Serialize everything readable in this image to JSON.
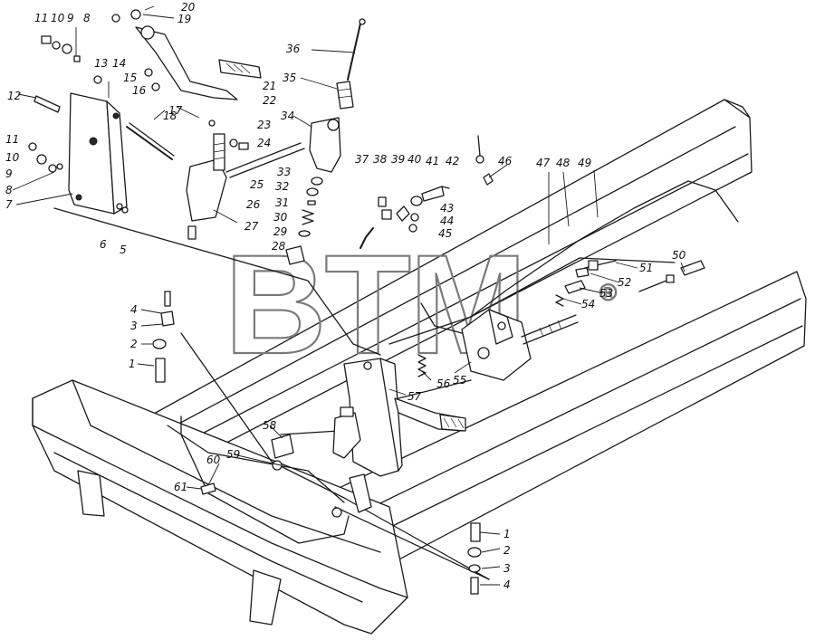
{
  "watermark": {
    "text": "BTM",
    "registered": "®"
  },
  "callouts": [
    {
      "id": "c20",
      "label": "20"
    },
    {
      "id": "c19",
      "label": "19"
    },
    {
      "id": "c11a",
      "label": "11"
    },
    {
      "id": "c10a",
      "label": "10"
    },
    {
      "id": "c9a",
      "label": "9"
    },
    {
      "id": "c8a",
      "label": "8"
    },
    {
      "id": "c13",
      "label": "13"
    },
    {
      "id": "c14",
      "label": "14"
    },
    {
      "id": "c15",
      "label": "15"
    },
    {
      "id": "c16",
      "label": "16"
    },
    {
      "id": "c12",
      "label": "12"
    },
    {
      "id": "c17",
      "label": "17"
    },
    {
      "id": "c18",
      "label": "18"
    },
    {
      "id": "c21",
      "label": "21"
    },
    {
      "id": "c22",
      "label": "22"
    },
    {
      "id": "c23",
      "label": "23"
    },
    {
      "id": "c24",
      "label": "24"
    },
    {
      "id": "c36",
      "label": "36"
    },
    {
      "id": "c35",
      "label": "35"
    },
    {
      "id": "c34",
      "label": "34"
    },
    {
      "id": "c11b",
      "label": "11"
    },
    {
      "id": "c10b",
      "label": "10"
    },
    {
      "id": "c9b",
      "label": "9"
    },
    {
      "id": "c8b",
      "label": "8"
    },
    {
      "id": "c7",
      "label": "7"
    },
    {
      "id": "c6",
      "label": "6"
    },
    {
      "id": "c5",
      "label": "5"
    },
    {
      "id": "c25",
      "label": "25"
    },
    {
      "id": "c26",
      "label": "26"
    },
    {
      "id": "c27",
      "label": "27"
    },
    {
      "id": "c33",
      "label": "33"
    },
    {
      "id": "c32",
      "label": "32"
    },
    {
      "id": "c31",
      "label": "31"
    },
    {
      "id": "c30",
      "label": "30"
    },
    {
      "id": "c29",
      "label": "29"
    },
    {
      "id": "c28",
      "label": "28"
    },
    {
      "id": "c37",
      "label": "37"
    },
    {
      "id": "c38",
      "label": "38"
    },
    {
      "id": "c39",
      "label": "39"
    },
    {
      "id": "c40",
      "label": "40"
    },
    {
      "id": "c41",
      "label": "41"
    },
    {
      "id": "c42",
      "label": "42"
    },
    {
      "id": "c43",
      "label": "43"
    },
    {
      "id": "c44",
      "label": "44"
    },
    {
      "id": "c45",
      "label": "45"
    },
    {
      "id": "c46",
      "label": "46"
    },
    {
      "id": "c47",
      "label": "47"
    },
    {
      "id": "c48",
      "label": "48"
    },
    {
      "id": "c49",
      "label": "49"
    },
    {
      "id": "c50",
      "label": "50"
    },
    {
      "id": "c51",
      "label": "51"
    },
    {
      "id": "c52",
      "label": "52"
    },
    {
      "id": "c53",
      "label": "53"
    },
    {
      "id": "c54",
      "label": "54"
    },
    {
      "id": "c55",
      "label": "55"
    },
    {
      "id": "c56",
      "label": "56"
    },
    {
      "id": "c57",
      "label": "57"
    },
    {
      "id": "c58",
      "label": "58"
    },
    {
      "id": "c59",
      "label": "59"
    },
    {
      "id": "c60",
      "label": "60"
    },
    {
      "id": "c61",
      "label": "61"
    },
    {
      "id": "c4a",
      "label": "4"
    },
    {
      "id": "c3a",
      "label": "3"
    },
    {
      "id": "c2a",
      "label": "2"
    },
    {
      "id": "c1a",
      "label": "1"
    },
    {
      "id": "c1b",
      "label": "1"
    },
    {
      "id": "c2b",
      "label": "2"
    },
    {
      "id": "c3b",
      "label": "3"
    },
    {
      "id": "c4b",
      "label": "4"
    }
  ]
}
